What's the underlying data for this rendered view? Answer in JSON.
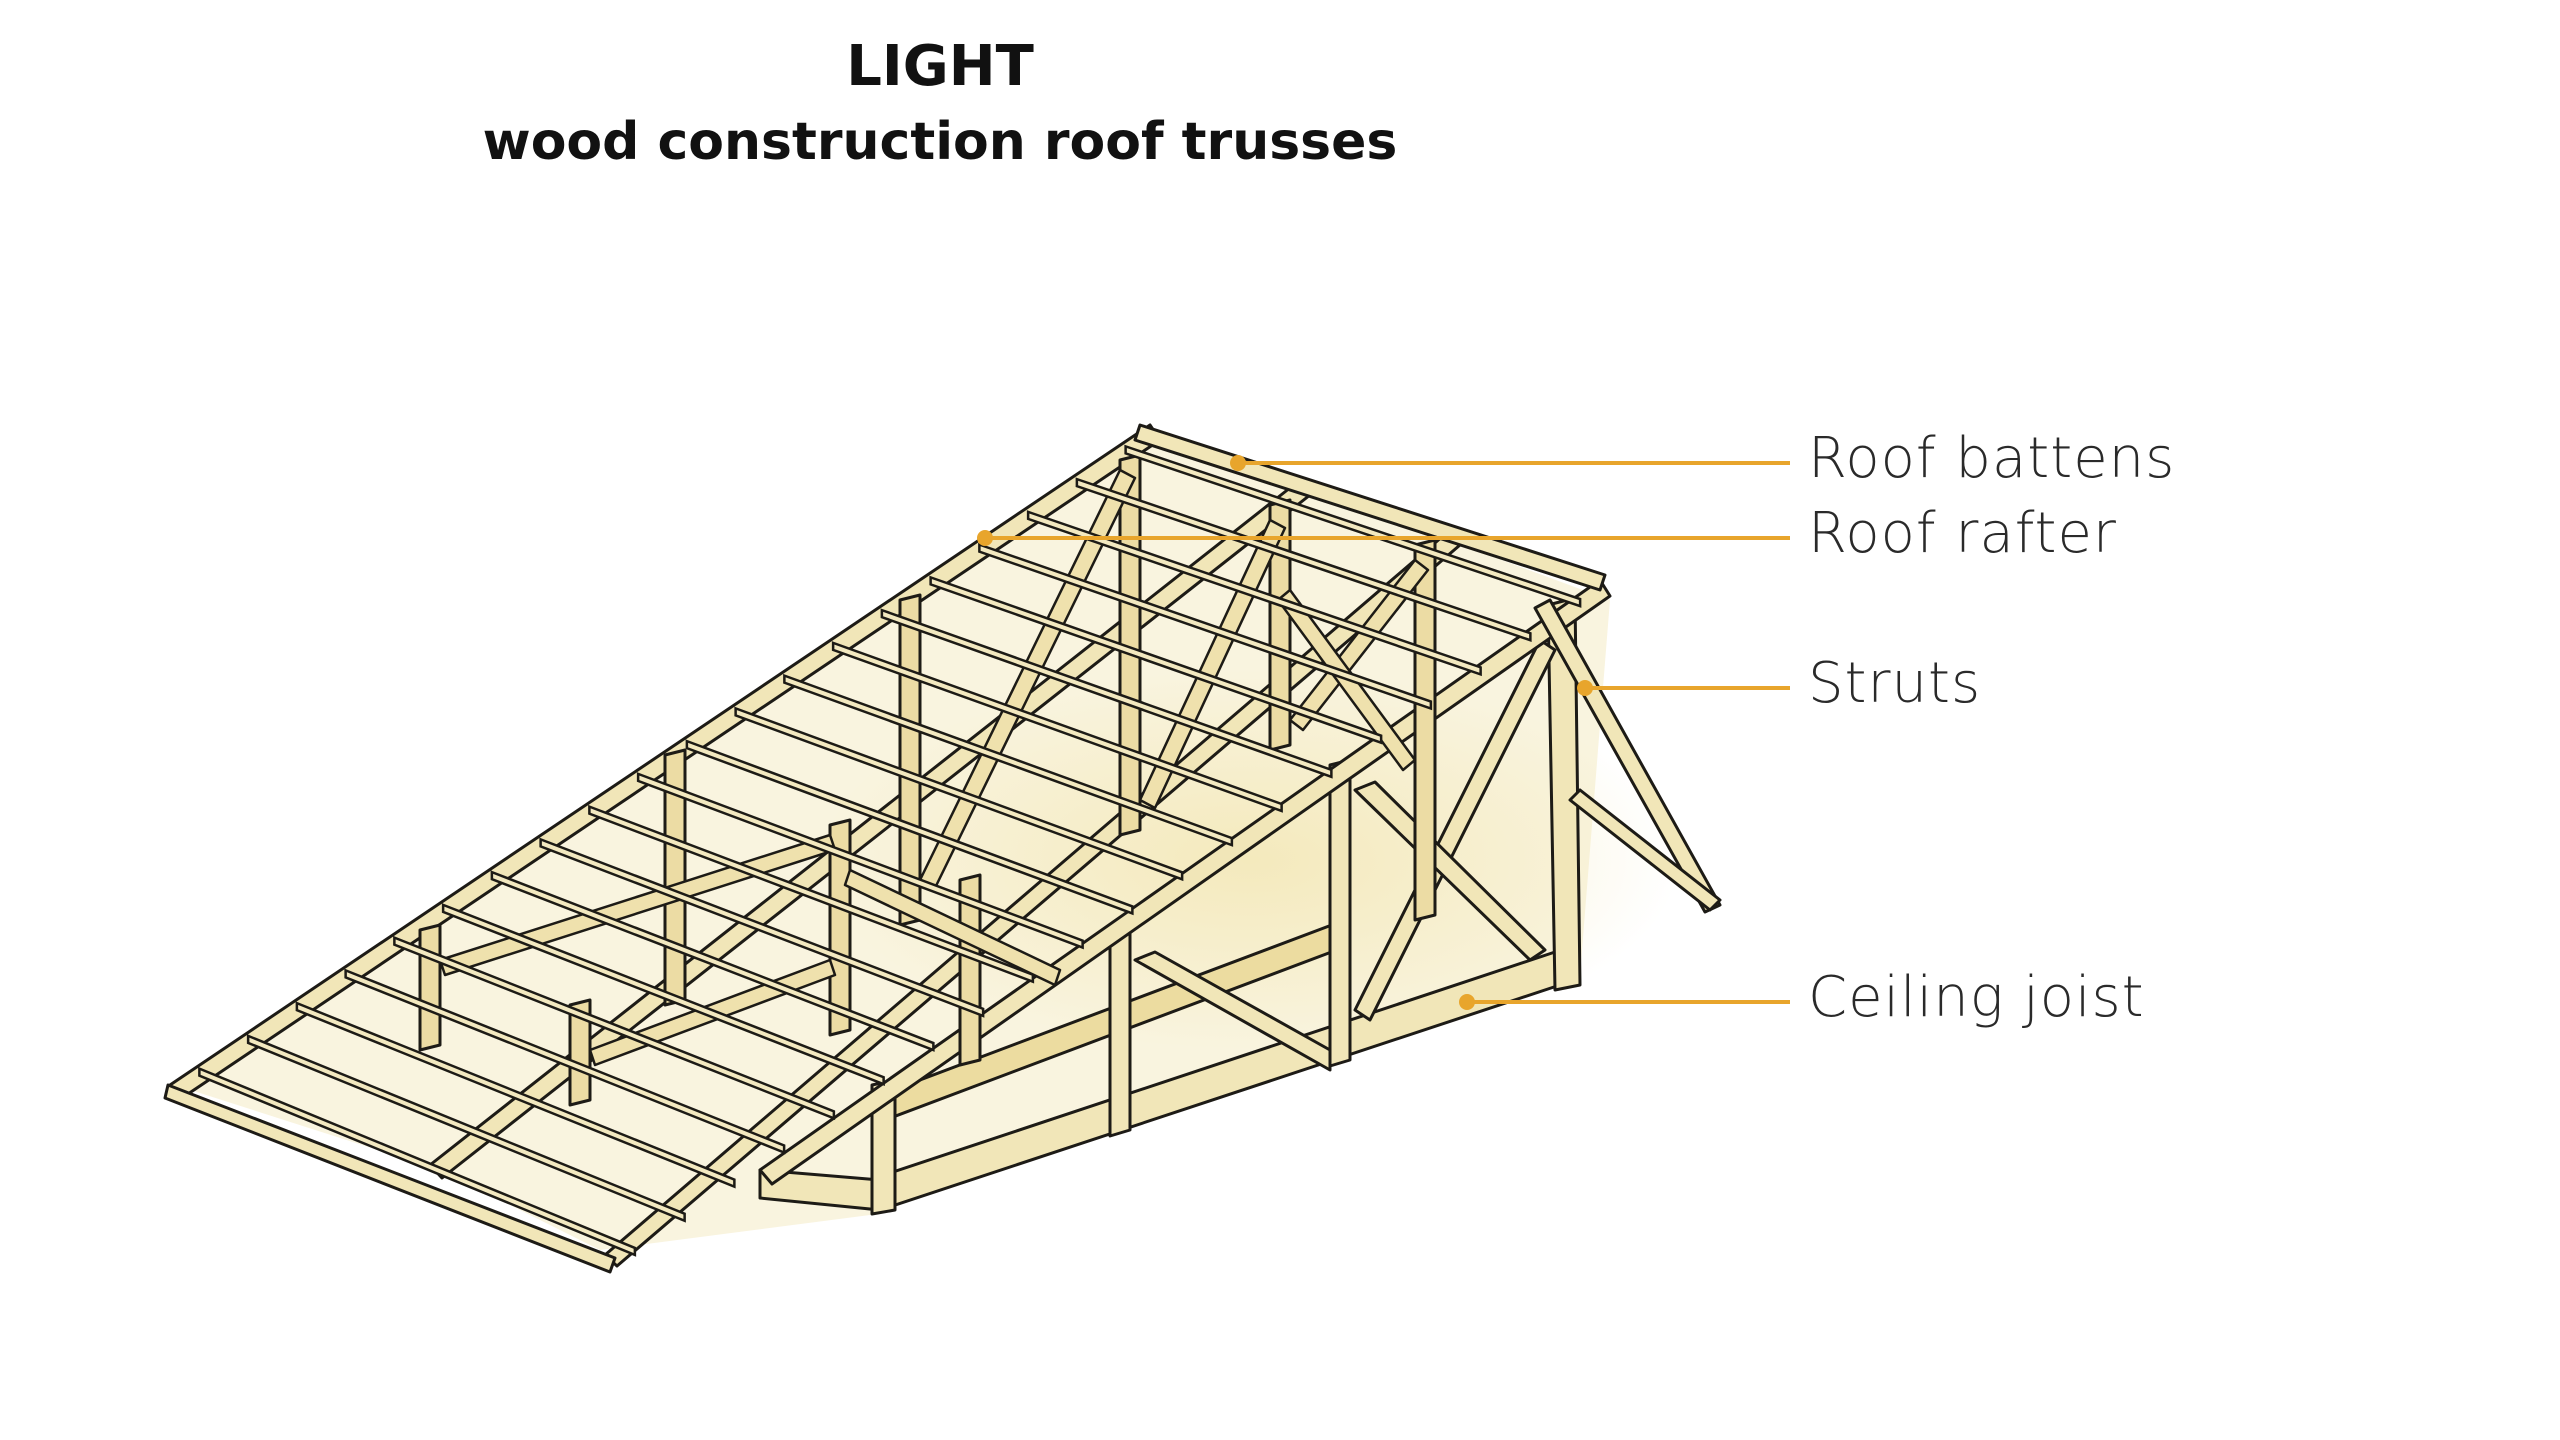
{
  "title": {
    "line1": "LIGHT",
    "line2": "wood construction roof trusses"
  },
  "labels": {
    "roof_battens": "Roof battens",
    "roof_rafter": "Roof rafter",
    "struts": "Struts",
    "ceiling_joist": "Ceiling joist"
  },
  "colors": {
    "leader": "#e8a52c",
    "wood_fill": "#f1e6b8",
    "wood_shade": "#e3d08a",
    "ink": "#1d1b16"
  }
}
